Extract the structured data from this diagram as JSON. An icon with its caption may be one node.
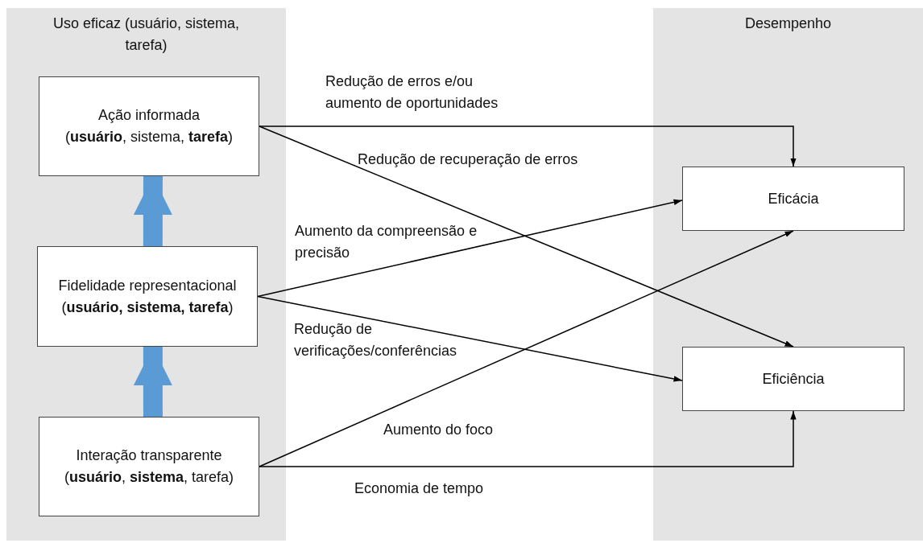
{
  "diagram": {
    "nodes": [
      {
        "text": [
          "Uso eficaz (usuário, sistema, tarefa)"
        ]
      },
      {
        "text": [
          "Ação informada",
          "(**usuário**, sistema, **tarefa**)"
        ],
        "in": 0
      },
      {
        "text": [
          "Fidelidade representacional",
          "(**usuário, sistema, tarefa**)"
        ],
        "in": 0
      },
      {
        "text": [
          "Interação transparente",
          "(**usuário**, **sistema**, tarefa)"
        ],
        "in": 0
      },
      {
        "text": [
          "Desempenho"
        ]
      },
      {
        "text": [
          "Eficácia"
        ],
        "in": 4
      },
      {
        "text": [
          "Eficiência"
        ],
        "in": 4
      }
    ],
    "edges": [
      {
        "from": 3,
        "to": 2,
        "arrow": "to",
        "style": "thick",
        "color": "#5b9bd5"
      },
      {
        "from": 2,
        "to": 1,
        "arrow": "to",
        "style": "thick",
        "color": "#5b9bd5"
      },
      {
        "from": 1,
        "to": 5,
        "arrow": "to",
        "label": "Redução de erros e/ou aumento de oportunidades"
      },
      {
        "from": 1,
        "to": 6,
        "arrow": "to",
        "label": "Redução de recuperação de erros"
      },
      {
        "from": 2,
        "to": 5,
        "arrow": "to",
        "label": "Aumento da compreensão e precisão"
      },
      {
        "from": 2,
        "to": 6,
        "arrow": "to",
        "label": "Redução de verificações/conferências"
      },
      {
        "from": 3,
        "to": 5,
        "arrow": "to",
        "label": "Aumento do foco"
      },
      {
        "from": 3,
        "to": 6,
        "arrow": "to",
        "label": "Economia de tempo"
      }
    ]
  }
}
